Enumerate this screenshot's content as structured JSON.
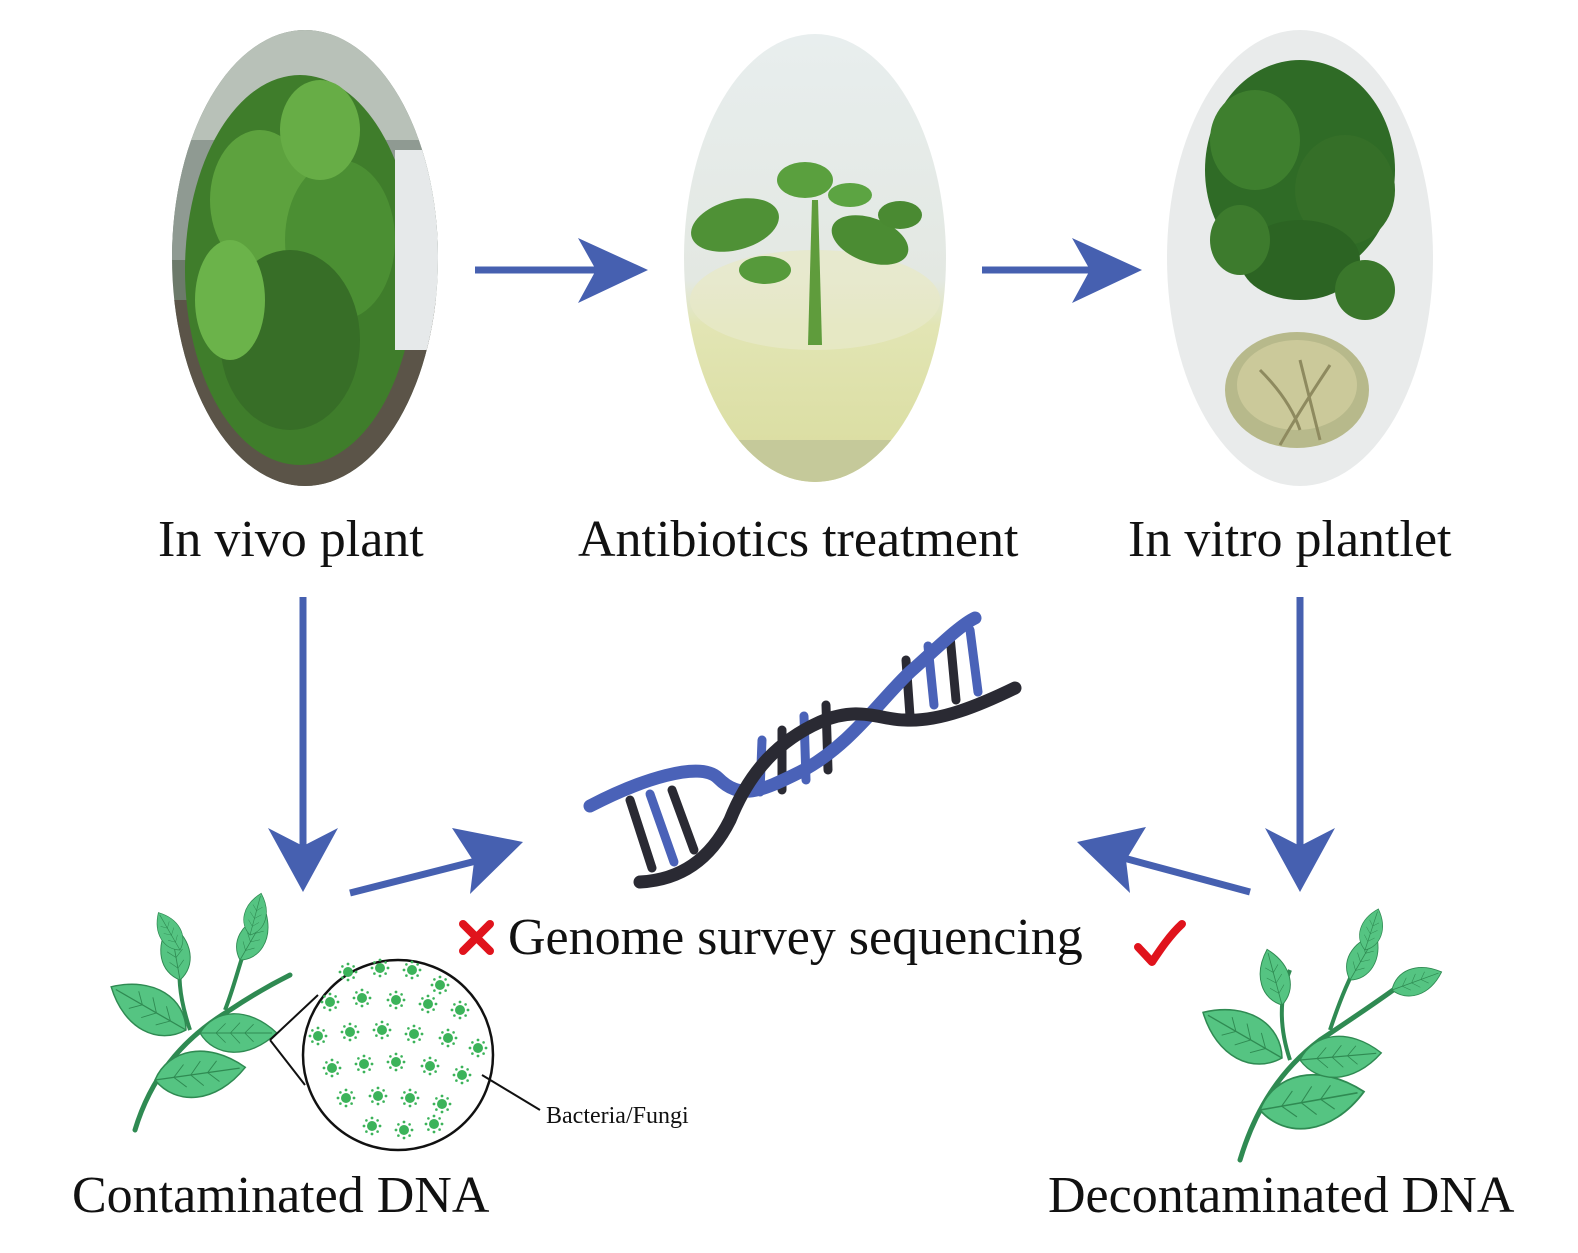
{
  "labels": {
    "in_vivo": "In vivo plant",
    "antibiotics": "Antibiotics treatment",
    "in_vitro": "In vitro plantlet",
    "genome_survey": "Genome survey sequencing",
    "contaminated": "Contaminated DNA",
    "decontaminated": "Decontaminated DNA",
    "bacteria_fungi": "Bacteria/Fungi"
  },
  "colors": {
    "arrow": "#4660b0",
    "leaf": "#4ec07a",
    "leaf_dark": "#2f8a52",
    "mark_red": "#e0131c",
    "dna_blue": "#4a62b8",
    "dna_dark": "#2a2a33",
    "microbe": "#3cb35a"
  },
  "icons": {
    "cross": "cross-icon",
    "check": "check-icon",
    "dna": "dna-helix-icon",
    "microbe": "microbe-icon"
  }
}
